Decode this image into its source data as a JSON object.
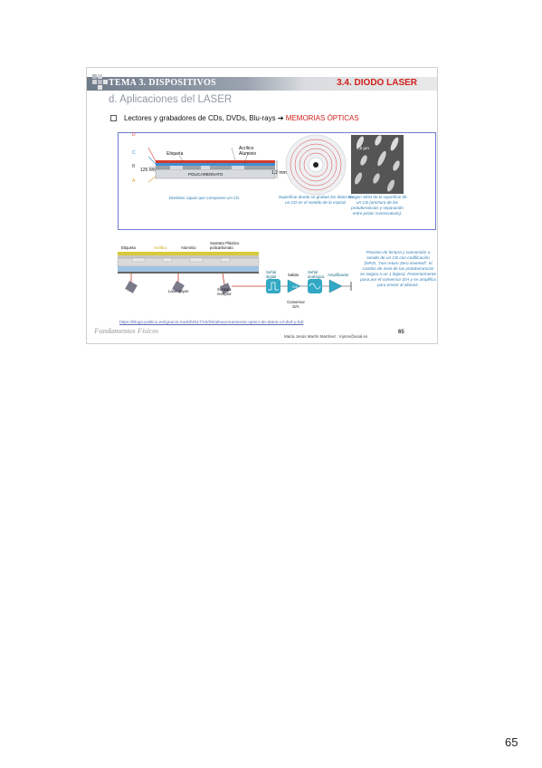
{
  "header": {
    "tema": "TEMA 3. DISPOSITIVOS",
    "section_tag": "3.4. DIODO LASER"
  },
  "section_title": "d. Aplicaciones del LASER",
  "bullet": {
    "prefix": "Lectores y grabadores de CDs, DVDs, Blu-rays",
    "arrow": "➔",
    "highlight": "MEMORIAS ÓPTICAS"
  },
  "cd_diagram": {
    "layer_letters": [
      "D",
      "C",
      "B",
      "A"
    ],
    "labels": {
      "etiqueta": "Etiqueta",
      "acrilico": "Acrílico",
      "aluminio": "Aluminio",
      "nm": "125 nm",
      "mm": "1,2 mm",
      "policarbonato": "POLICARBONATO"
    }
  },
  "captions": {
    "layers": "Distintas capas que componen un CD.",
    "spiral": "Superficie donde se graban los datos en un CD en el sentido de la espiral.",
    "sem": "Imagen SEM de la superficie de un CD (anchura de las protuberancias y separación entre pistas consecutivas).",
    "sem_value": "0,5 µm"
  },
  "readout_diagram": {
    "top_labels": [
      "Etiqueta",
      "Acrílico",
      "Aluminio",
      "Sustrato Plástico policarbonato"
    ],
    "laser_label": "Laser rayos",
    "sensor_label": "Sensor receptor",
    "digital_label": "Señal digital",
    "salida_label": "Salida",
    "analog_label": "Señal analógica",
    "amp_label": "Amplificador",
    "dac_label": "D/A",
    "converter_label": "Conversor D/A"
  },
  "process_text": "Proceso de lectura y conversión a sonido de un CD con codificación (NRZI, “non return Zero inverted”, el cambio de nivel de las protuberancias se asigna a un 1 lógico). Posteriormente pasa por el conversor D/A y se amplifica para enviar al altavoz.",
  "url": "https://blogs.publico.es/ignacio-martil/2017/10/25/almacenamiento-optico-de-datos-cd-dvd-y-bd/",
  "watermark": "Fundamentos Físicos",
  "author": "María Jesús Martín Martínez : mjmm@usal.es",
  "slide_number": "65",
  "page_number": "65"
}
